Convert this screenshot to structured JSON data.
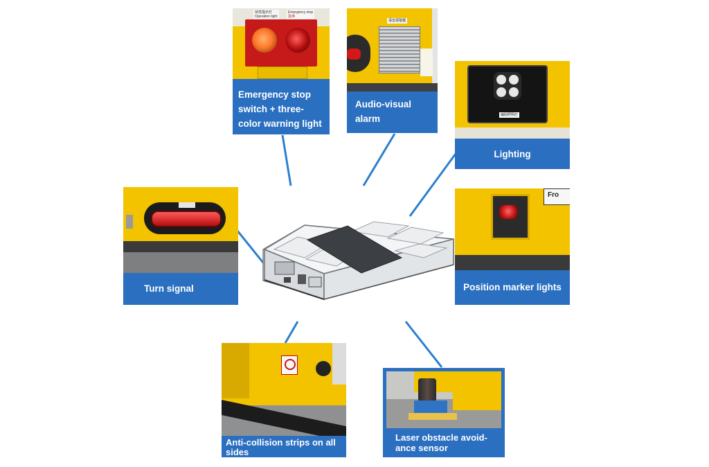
{
  "callouts": {
    "emergency_stop": {
      "caption": "Emergency stop switch + three-color warning light",
      "sign_top": "状态指示灯",
      "sign_top_en": "Operation light",
      "sign_right": "Emergency stop",
      "sign_right_cn": "急停"
    },
    "audio_alarm": {
      "caption": "Audio-visual alarm",
      "sign": "语音报警器"
    },
    "lighting": {
      "caption": "Lighting",
      "sign": "辅助照明灯"
    },
    "turn_signal": {
      "caption": "Turn signal"
    },
    "position_marker": {
      "caption": "Position marker lights",
      "sign": "Fro"
    },
    "anti_collision": {
      "caption": "Anti-collision strips on all sides"
    },
    "laser_sensor": {
      "caption": "Laser obstacle avoid-ance sensor"
    }
  },
  "colors": {
    "caption_bg": "#2a6fc0",
    "machine_yellow": "#f2c300",
    "connector": "#2a7fcf"
  }
}
